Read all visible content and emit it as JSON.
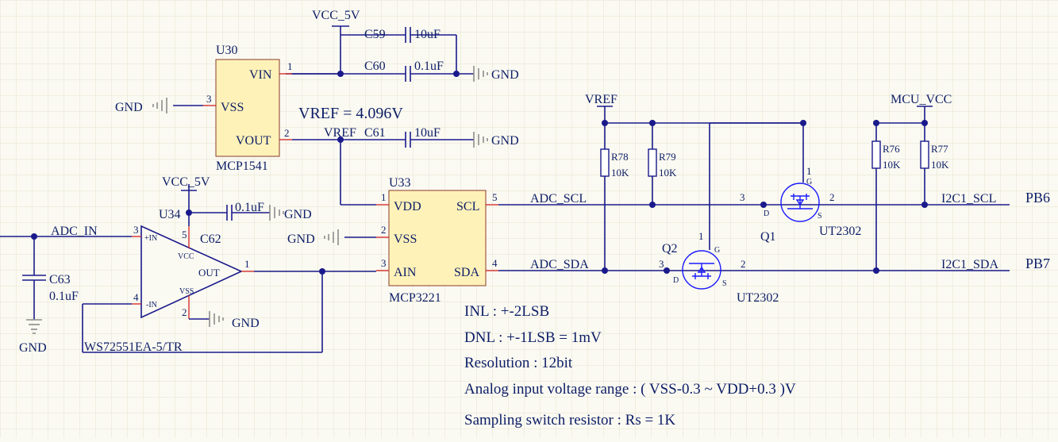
{
  "labels": {
    "vcc_top": "VCC_5V",
    "vcc_op": "VCC_5V",
    "c59": "C59",
    "c59_val": "10uF",
    "c60": "C60",
    "c60_val": "0.1uF",
    "c61": "C61",
    "c61_val": "10uF",
    "c62": "C62",
    "c62_val": "0.1uF",
    "c63": "C63",
    "c63_val": "0.1uF",
    "gnd": "GND",
    "u30": "U30",
    "u30_part": "MCP1541",
    "u30_vin": "VIN",
    "u30_vss": "VSS",
    "u30_vout": "VOUT",
    "u30_p1": "1",
    "u30_p2": "2",
    "u30_p3": "3",
    "vref_eq": "VREF = 4.096V",
    "vref_net": "VREF",
    "vref_r": "VREF",
    "u33": "U33",
    "u33_part": "MCP3221",
    "u33_vdd": "VDD",
    "u33_vss": "VSS",
    "u33_ain": "AIN",
    "u33_scl": "SCL",
    "u33_sda": "SDA",
    "u33_p1": "1",
    "u33_p2": "2",
    "u33_p3": "3",
    "u33_p4": "4",
    "u33_p5": "5",
    "u34": "U34",
    "u34_part": "WS72551EA-5/TR",
    "u34_in_p": "+IN",
    "u34_in_n": "-IN",
    "u34_vcc": "VCC",
    "u34_vss": "VSS",
    "u34_out": "OUT",
    "u34_p1": "1",
    "u34_p2": "2",
    "u34_p3": "3",
    "u34_p4": "4",
    "u34_p5": "5",
    "adc_in": "ADC_IN",
    "adc_scl": "ADC_SCL",
    "adc_sda": "ADC_SDA",
    "r78": "R78",
    "r78_val": "10K",
    "r79": "R79",
    "r79_val": "10K",
    "r76": "R76",
    "r76_val": "10K",
    "r77": "R77",
    "r77_val": "10K",
    "mcu_vcc": "MCU_VCC",
    "q1": "Q1",
    "q1_part": "UT2302",
    "q2": "Q2",
    "q2_part": "UT2302",
    "q_pin1": "1",
    "q_pin2": "2",
    "q_pin3": "3",
    "q_g": "G",
    "q_d": "D",
    "q_s": "S",
    "i2c_scl": "I2C1_SCL",
    "i2c_sda": "I2C1_SDA",
    "pb6": "PB6",
    "pb7": "PB7"
  },
  "notes": {
    "inl": "INL : +-2LSB",
    "dnl": "DNL : +-1LSB = 1mV",
    "resolution": "Resolution : 12bit",
    "range": "Analog input voltage range : ( VSS-0.3 ~ VDD+0.3 )V",
    "switch": "Sampling switch resistor : Rs = 1K"
  }
}
